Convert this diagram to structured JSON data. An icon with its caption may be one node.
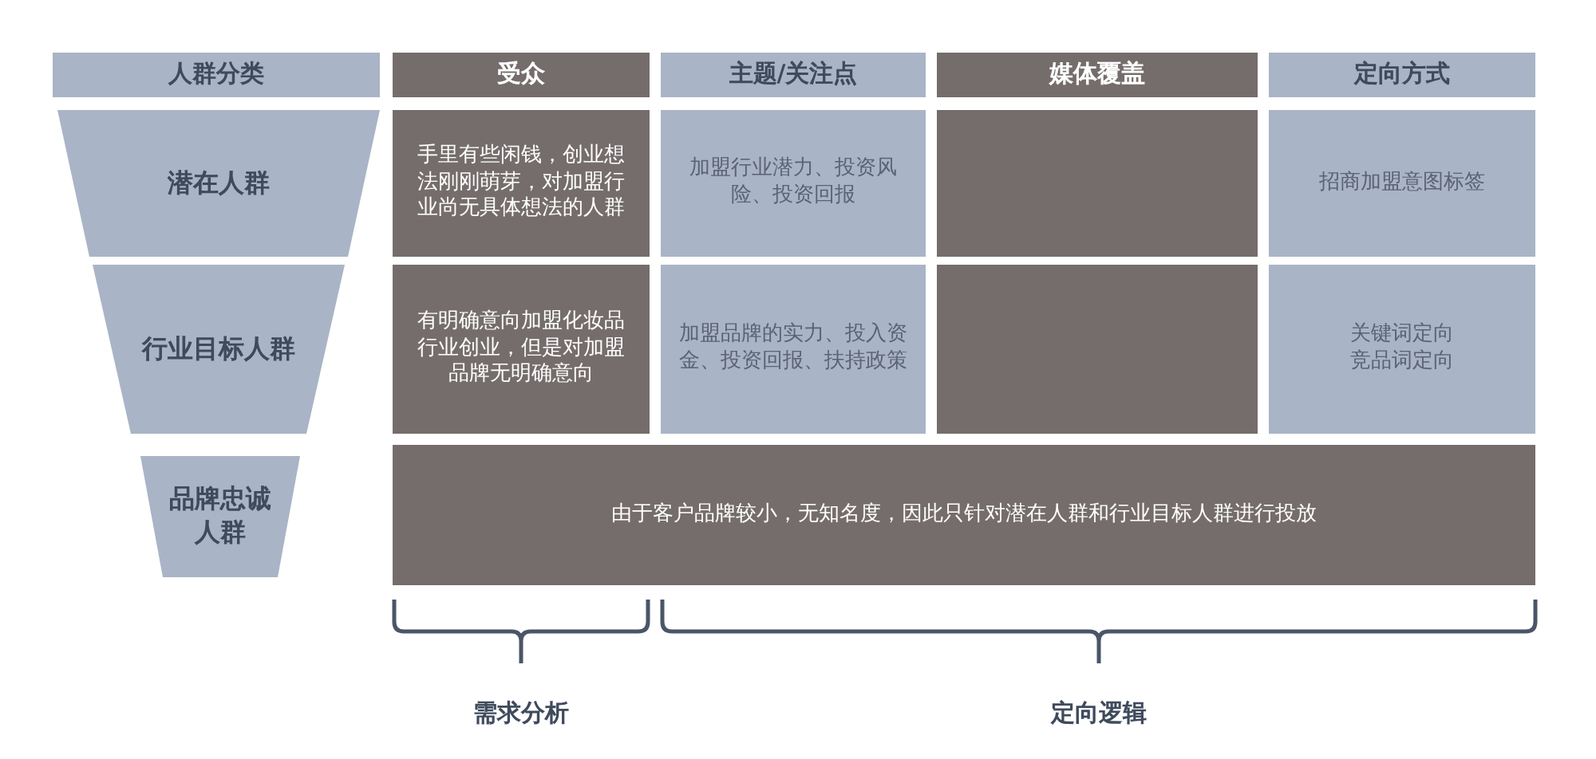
{
  "diagram": {
    "nodes": [
      {
        "text": [
          "人群分类"
        ]
      },
      {
        "text": [
          "受众"
        ]
      },
      {
        "text": [
          "主题/关注点"
        ]
      },
      {
        "text": [
          "媒体覆盖"
        ]
      },
      {
        "text": [
          "定向方式"
        ]
      },
      {
        "text": [
          "潜在人群"
        ]
      },
      {
        "text": [
          "手里有些闲钱，创业想法刚刚萌芽，对加盟行业尚无具体想法的人群"
        ]
      },
      {
        "text": [
          "加盟行业潜力、投资风险、投资回报"
        ]
      },
      {
        "text": [],
        "shape": "box"
      },
      {
        "text": [
          "招商加盟意图标签"
        ]
      },
      {
        "text": [
          "行业目标人群"
        ]
      },
      {
        "text": [
          "有明确意向加盟化妆品行业创业，但是对加盟品牌无明确意向"
        ]
      },
      {
        "text": [
          "加盟品牌的实力、投入资金、投资回报、扶持政策"
        ]
      },
      {
        "text": [],
        "shape": "box"
      },
      {
        "text": [
          "关键词定向",
          "竞品词定向"
        ]
      },
      {
        "text": [
          "品牌忠诚人群"
        ]
      },
      {
        "text": [
          "由于客户品牌较小，无知名度，因此只针对潜在人群和行业目标人群进行投放"
        ]
      }
    ],
    "edges": [],
    "labels": [
      "需求分析",
      "定向逻辑"
    ]
  }
}
